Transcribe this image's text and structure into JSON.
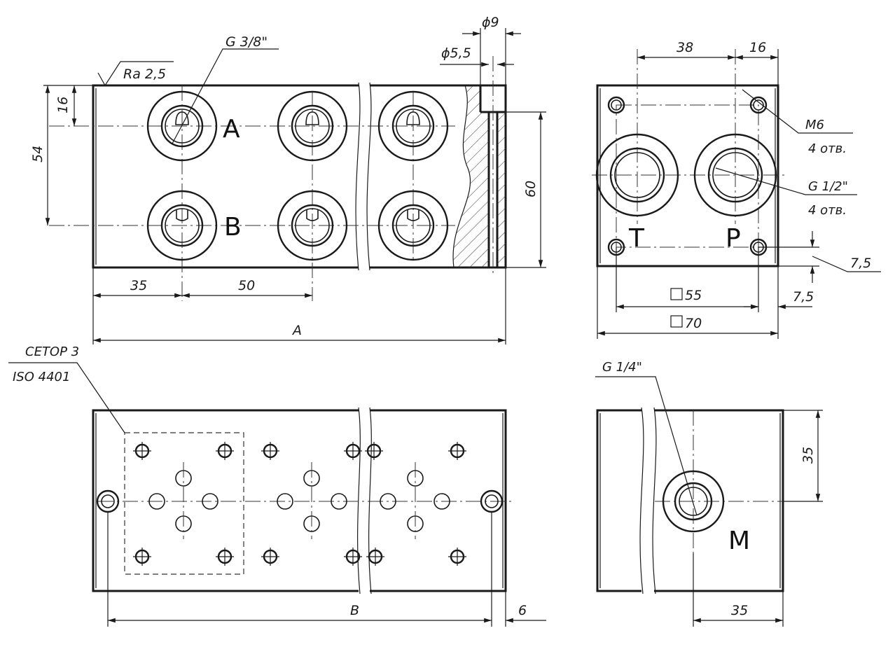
{
  "labels": {
    "thread_g38": "G 3/8\"",
    "roughness": "Ra 2,5",
    "dia9": "ϕ9",
    "dia55": "ϕ5,5",
    "port_a": "A",
    "port_b": "B",
    "port_t": "T",
    "port_p": "P",
    "port_m": "M",
    "m6": "M6",
    "m6_count": "4 отв.",
    "thread_g12": "G 1/2\"",
    "g12_count": "4 отв.",
    "thread_g14": "G 1/4\"",
    "cetop": "CETOP 3",
    "iso": "ISO 4401"
  },
  "dims": {
    "d16_left": "16",
    "d54": "54",
    "d60": "60",
    "d35_bottom": "35",
    "d50": "50",
    "dA": "A",
    "d38": "38",
    "d16_right": "16",
    "d75_right": "7,5",
    "d75_bottom": "7,5",
    "d55_square": "55",
    "d70_square": "70",
    "dB": "B",
    "d6": "6",
    "d35_side": "35",
    "d35_m": "35"
  },
  "colors": {
    "line": "#1a1a1a",
    "background": "#ffffff"
  }
}
